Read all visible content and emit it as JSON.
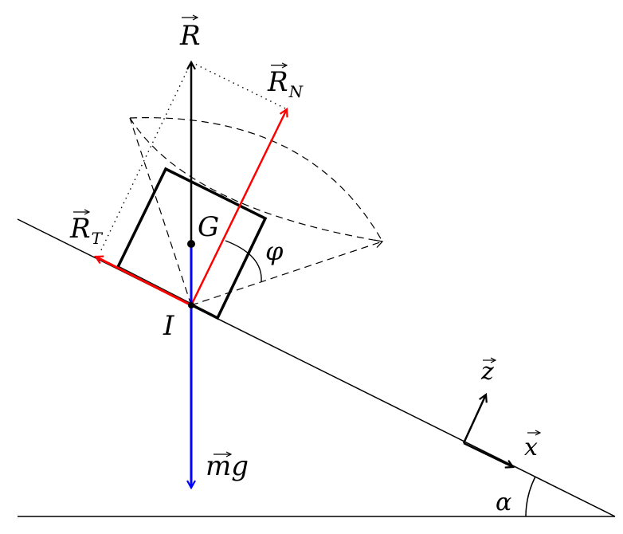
{
  "labels": {
    "R": "R",
    "RN_main": "R",
    "RN_sub": "N",
    "RT_main": "R",
    "RT_sub": "T",
    "G": "G",
    "I": "I",
    "phi": "φ",
    "mg": "mg",
    "z": "z",
    "x": "x",
    "alpha": "α"
  },
  "colors": {
    "ink": "#000000",
    "normal_force": "#ff0000",
    "tangent_force": "#ff0000",
    "weight": "#0000ff"
  }
}
